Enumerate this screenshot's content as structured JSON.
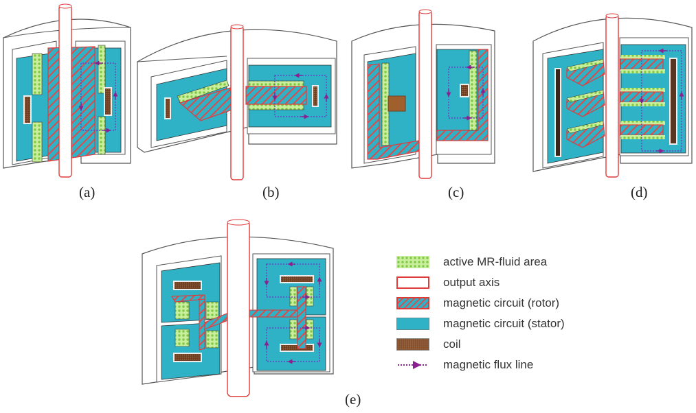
{
  "figure": {
    "panels": [
      {
        "id": "a",
        "caption": "(a)"
      },
      {
        "id": "b",
        "caption": "(b)"
      },
      {
        "id": "c",
        "caption": "(c)"
      },
      {
        "id": "d",
        "caption": "(d)"
      },
      {
        "id": "e",
        "caption": "(e)"
      }
    ]
  },
  "legend": {
    "items": [
      {
        "key": "fluid",
        "label": "active MR-fluid area"
      },
      {
        "key": "axis",
        "label": "output axis"
      },
      {
        "key": "rotor",
        "label": "magnetic circuit (rotor)"
      },
      {
        "key": "stator",
        "label": "magnetic circuit (stator)"
      },
      {
        "key": "coil",
        "label": "coil"
      },
      {
        "key": "flux",
        "label": "magnetic flux line"
      }
    ]
  },
  "colors": {
    "stator": "#2fb2c6",
    "rotor_stroke": "#e03a3a",
    "fluid": "#c9ef9c",
    "fluid_dot": "#7fc843",
    "coil": "#7a4a2a",
    "flux": "#8a1f8f",
    "housing_stroke": "#555555"
  }
}
